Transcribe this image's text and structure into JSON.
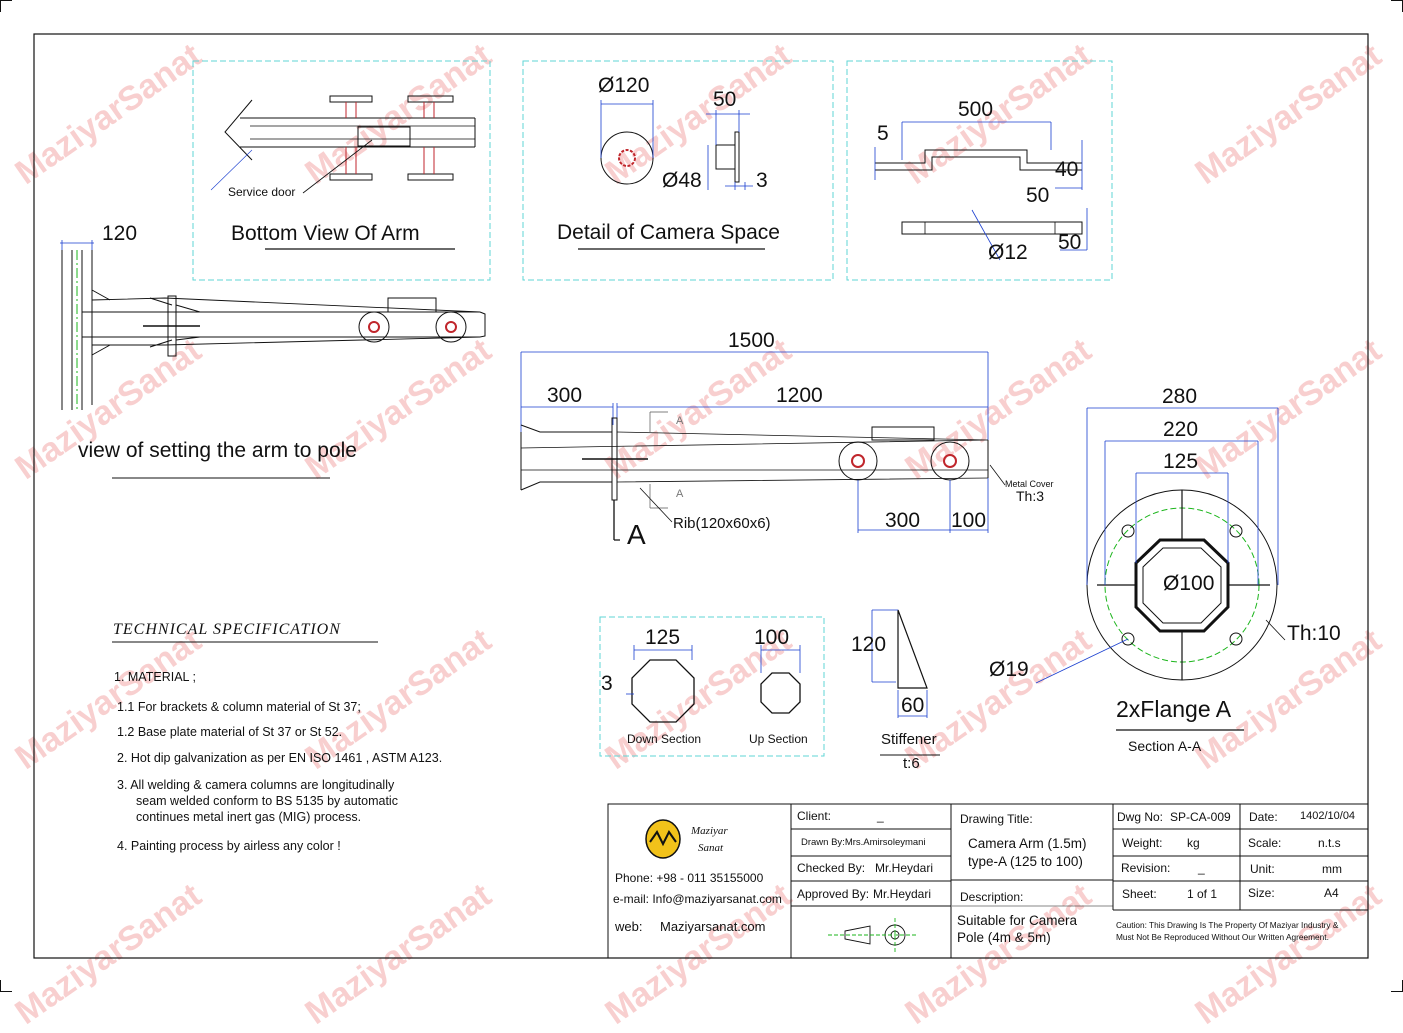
{
  "watermark": "MaziyarSanat",
  "views": {
    "bottom_view": {
      "title": "Bottom View Of Arm",
      "service_door": "Service door"
    },
    "camera_space": {
      "title": "Detail of Camera Space",
      "d120": "Ø120",
      "d50": "50",
      "d48": "Ø48",
      "d3": "3"
    },
    "bracket": {
      "d500": "500",
      "d5": "5",
      "d40": "40",
      "d50a": "50",
      "d50b": "50",
      "d12": "Ø12"
    },
    "pole_view": {
      "d120": "120",
      "caption": "view of setting the arm to pole"
    },
    "arm_side": {
      "d1500": "1500",
      "d300": "300",
      "d1200": "1200",
      "d300b": "300",
      "d100": "100",
      "section_a": "A",
      "section_a_top": "A",
      "section_a_bot": "A",
      "rib": "Rib(120x60x6)",
      "metal_cover": "Metal Cover",
      "th3": "Th:3",
      "section_letter": "A"
    },
    "flange": {
      "d280": "280",
      "d220": "220",
      "d125": "125",
      "d100": "Ø100",
      "d19": "Ø19",
      "th10": "Th:10",
      "title": "2xFlange A",
      "subtitle": "Section A-A"
    },
    "sections": {
      "d125": "125",
      "d100": "100",
      "d3": "3",
      "down": "Down Section",
      "up": "Up Section"
    },
    "stiffener": {
      "d120": "120",
      "d60": "60",
      "title": "Stiffener",
      "th": "t:6"
    }
  },
  "spec": {
    "title": "TECHNICAL  SPECIFICATION",
    "material": "1. MATERIAL ;",
    "l1": "1.1  For brackets & column material of St 37;",
    "l2": "1.2  Base plate material of St 37 or St 52.",
    "l3": "2.  Hot dip galvanization as per EN ISO 1461  , ASTM A123.",
    "l4a": "3.  All welding & camera columns are longitudinally",
    "l4b": "seam welded conform to BS 5135 by automatic",
    "l4c": "continues metal inert gas (MIG) process.",
    "l5": "4.  Painting process by airless any color !"
  },
  "title_block": {
    "logo_line1": "Maziyar",
    "logo_line2": "Sanat",
    "phone": "Phone: +98 - 011 35155000",
    "email": "e-mail:  Info@maziyarsanat.com",
    "web_label": "web:",
    "web": "Maziyarsanat.com",
    "client_label": "Client:",
    "client_value": "_",
    "drawn_by": "Drawn By:Mrs.Amirsoleymani",
    "checked_label": "Checked By:",
    "checked_value": "Mr.Heydari",
    "approved_label": "Approved By:",
    "approved_value": "Mr.Heydari",
    "drawing_title_label": "Drawing Title:",
    "drawing_title_1": "Camera Arm (1.5m)",
    "drawing_title_2": "type-A (125 to 100)",
    "description_label": "Description:",
    "description_1": "Suitable for Camera",
    "description_2": "Pole (4m & 5m)",
    "dwg_no_label": "Dwg No:",
    "dwg_no": "SP-CA-009",
    "weight_label": "Weight:",
    "weight": "kg",
    "revision_label": "Revision:",
    "revision": "_",
    "sheet_label": "Sheet:",
    "sheet": "1 of 1",
    "date_label": "Date:",
    "date": "1402/10/04",
    "scale_label": "Scale:",
    "scale": "n.t.s",
    "unit_label": "Unit:",
    "unit": "mm",
    "size_label": "Size:",
    "size": "A4",
    "caution_1": "Caution: This Drawing Is The Property Of Maziyar Industry &",
    "caution_2": "Must Not Be Reproduced Without Our Written Agreement."
  },
  "colors": {
    "dim": "#1a3fd0",
    "frame": "#5fd6d6",
    "line": "#111111",
    "red": "#c0262c",
    "green": "#1bb51b"
  }
}
